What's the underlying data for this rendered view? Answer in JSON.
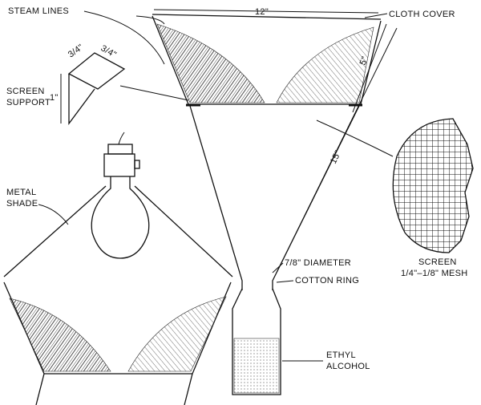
{
  "labels": {
    "steam_lines": "STEAM LINES",
    "width_12": "12\"",
    "cloth_cover": "CLOTH COVER",
    "support_dim_a": "3/4\"",
    "support_dim_b": "3/4\"",
    "support_dim_c": "1\"",
    "screen_support_1": "SCREEN",
    "screen_support_2": "SUPPORT",
    "height_5": "5\"",
    "height_15": "15\"",
    "metal_shade_1": "METAL",
    "metal_shade_2": "SHADE",
    "diameter": "7/8\" DIAMETER",
    "cotton_ring": "COTTON RING",
    "screen_1": "SCREEN",
    "screen_2": "1/4\"–1/8\" MESH",
    "ethyl_1": "ETHYL",
    "ethyl_2": "ALCOHOL"
  }
}
